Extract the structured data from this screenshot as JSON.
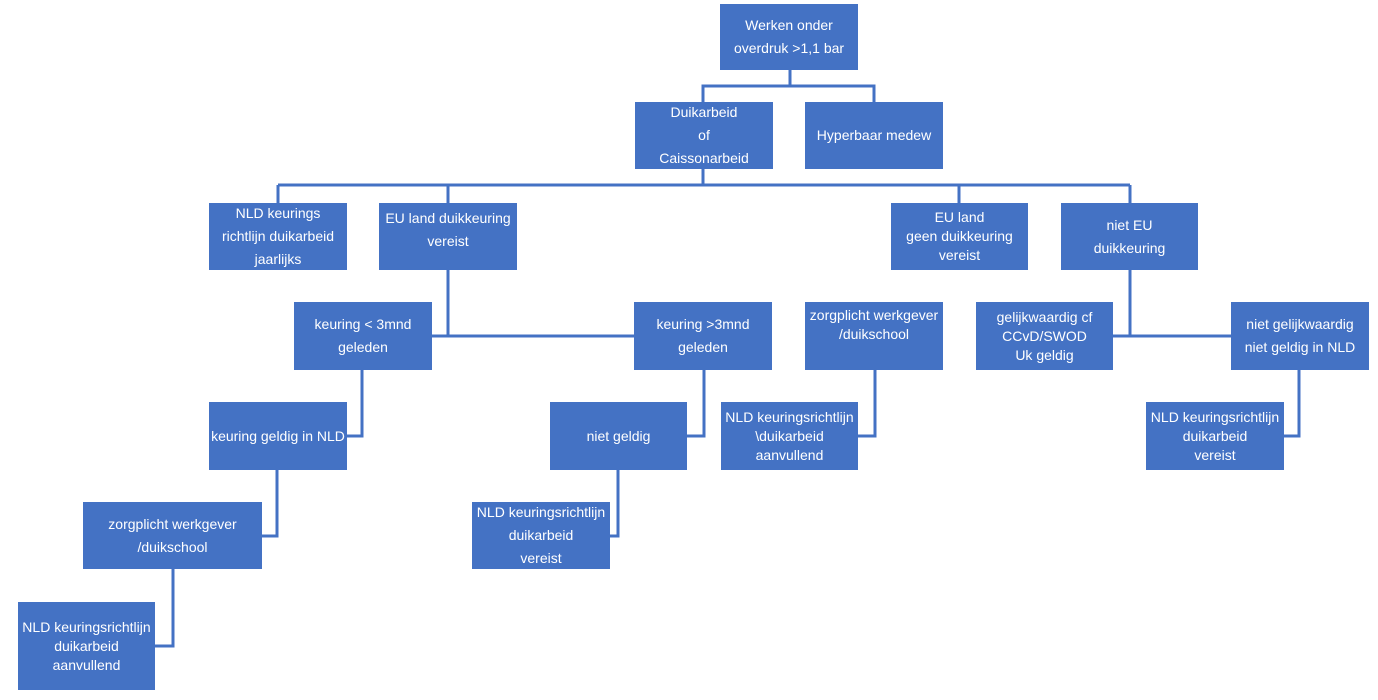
{
  "diagram": {
    "nodes": {
      "root": [
        "Werken onder",
        "overdruk >1,1 bar"
      ],
      "duikarbeid": [
        "Duikarbeid",
        "of",
        "Caissonarbeid"
      ],
      "hyperbaar": [
        "Hyperbaar medew"
      ],
      "nld_keurings": [
        "NLD keurings",
        "richtlijn duikarbeid",
        "jaarlijks"
      ],
      "eu_land_duikkeuring": [
        "EU  land duikkeuring",
        "vereist"
      ],
      "eu_land_geen": [
        "EU land",
        "geen duikkeuring",
        "vereist"
      ],
      "niet_eu": [
        "niet EU",
        "duikkeuring"
      ],
      "keuring_lt3": [
        "keuring < 3mnd",
        "geleden"
      ],
      "keuring_gt3": [
        "keuring >3mnd",
        "geleden"
      ],
      "zorgplicht_mid": [
        "zorgplicht werkgever",
        "/duikschool"
      ],
      "gelijkwaardig": [
        "gelijkwaardig cf",
        "CCvD/SWOD",
        "Uk geldig"
      ],
      "niet_gelijkwaardig": [
        "niet gelijkwaardig",
        "niet geldig in NLD"
      ],
      "keuring_geldig": [
        "keuring geldig in NLD"
      ],
      "niet_geldig": [
        "niet geldig"
      ],
      "nld_aanvullend_mid": [
        "NLD keuringsrichtlijn",
        "\\duikarbeid",
        "aanvullend"
      ],
      "nld_vereist_right": [
        "NLD keuringsrichtlijn",
        "duikarbeid",
        "vereist"
      ],
      "zorgplicht_left": [
        "zorgplicht werkgever",
        "/duikschool"
      ],
      "nld_vereist_mid": [
        "NLD keuringsrichtlijn",
        "duikarbeid",
        "vereist"
      ],
      "nld_aanvullend_left": [
        "NLD keuringsrichtlijn",
        "duikarbeid",
        "aanvullend"
      ]
    },
    "colors": {
      "box": "#4472c4",
      "line": "#4472c4",
      "text": "#ffffff"
    }
  }
}
